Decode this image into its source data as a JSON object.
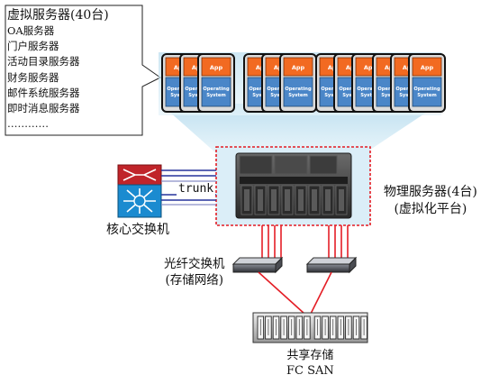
{
  "virtual_servers": {
    "title": "虚拟服务器(40台)",
    "items": [
      "OA服务器",
      "门户服务器",
      "活动目录服务器",
      "财务服务器",
      "邮件系统服务器",
      "即时消息服务器",
      "…………"
    ]
  },
  "vm_card": {
    "app_label": "App",
    "os_label_line1": "Operating",
    "os_label_line2": "System"
  },
  "core_switch": {
    "label": "核心交换机"
  },
  "trunk": {
    "label": "trunk"
  },
  "physical_servers": {
    "line1": "物理服务器(4台)",
    "line2": "(虚拟化平台)"
  },
  "fc_switch": {
    "line1": "光纤交换机",
    "line2": "(存储网络)"
  },
  "shared_storage": {
    "line1": "共享存储",
    "line2": "FC SAN"
  },
  "colors": {
    "app_orange": "#f26a21",
    "os_blue": "#4a86c8",
    "cloud_blue": "#cfe8f3",
    "dashed_red": "#e31b23",
    "fc_red": "#e41e26",
    "trunk_blue": "#27339b"
  }
}
